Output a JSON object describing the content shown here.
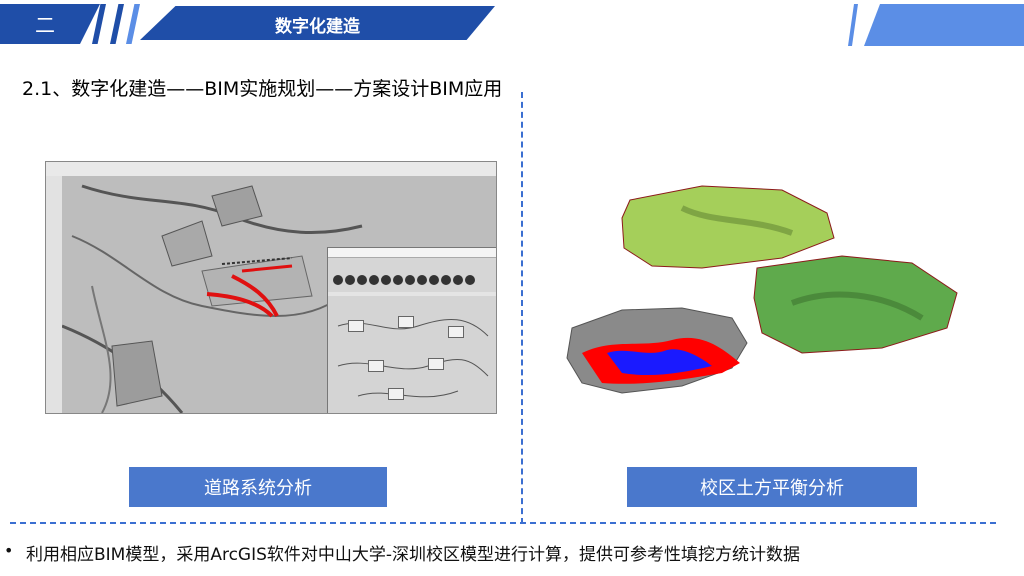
{
  "header": {
    "chapter_number": "二",
    "title": "数字化建造"
  },
  "subtitle": "2.1、数字化建造——BIM实施规划——方案设计BIM应用",
  "left_panel": {
    "image_name": "road-system-modeling-screenshot",
    "caption": "道路系统分析"
  },
  "right_panel": {
    "image_name": "campus-earthwork-terrain-models",
    "caption": "校区土方平衡分析"
  },
  "bullet": {
    "marker": "•",
    "text": "利用相应BIM模型，采用ArcGIS软件对中山大学-深圳校区模型进行计算，提供可参考性填挖方统计数据"
  },
  "colors": {
    "brand_blue": "#1f4ea8",
    "light_blue": "#5b8ee6",
    "button_blue": "#4a78cc",
    "fill_red": "#ff0000",
    "cut_blue": "#1a1aff",
    "terrain_green": "#a5cf5a"
  }
}
